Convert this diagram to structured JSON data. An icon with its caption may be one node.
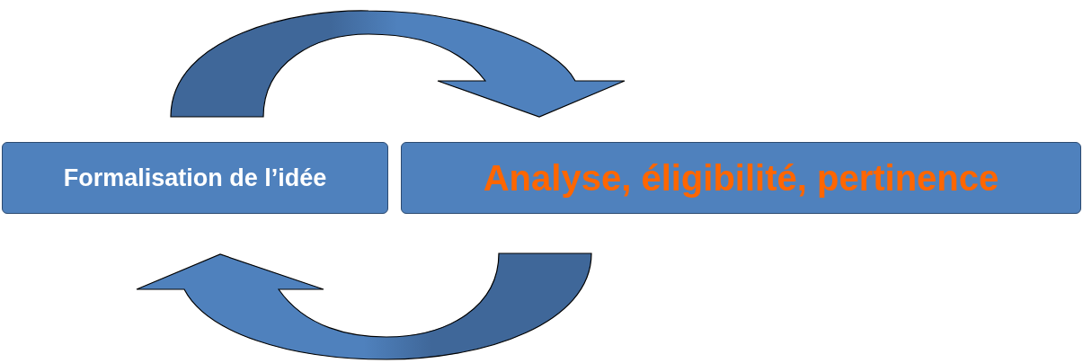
{
  "diagram": {
    "nodes": [
      {
        "text": [
          "Formalisation de l’idée"
        ]
      },
      {
        "text": [
          "Analyse, éligibilité, pertinence"
        ]
      }
    ],
    "edges": [
      {
        "from": 0,
        "to": 1,
        "arrow": "to"
      },
      {
        "from": 1,
        "to": 0,
        "arrow": "to"
      }
    ]
  }
}
